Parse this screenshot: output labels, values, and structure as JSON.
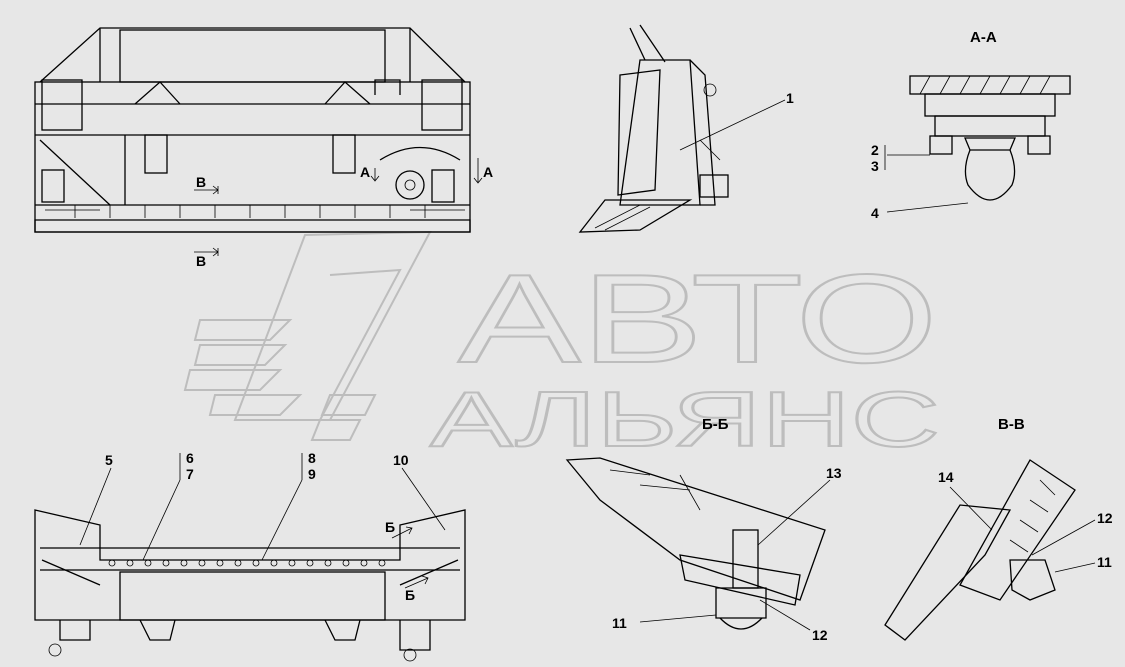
{
  "watermark": {
    "line1": "АВТО",
    "line2": "АЛЬЯНС"
  },
  "sections": {
    "aa": "А-А",
    "bb": "Б-Б",
    "vv": "В-В"
  },
  "markers": {
    "a": "А",
    "b": "Б",
    "v": "В"
  },
  "callouts": {
    "c1": "1",
    "c2": "2",
    "c3": "3",
    "c4": "4",
    "c5": "5",
    "c6": "6",
    "c7": "7",
    "c8": "8",
    "c9": "9",
    "c10": "10",
    "c11": "11",
    "c12": "12",
    "c13": "13",
    "c14": "14"
  },
  "colors": {
    "background": "#e7e7e7",
    "lines": "#000000",
    "watermark": "#bdbdbd"
  }
}
